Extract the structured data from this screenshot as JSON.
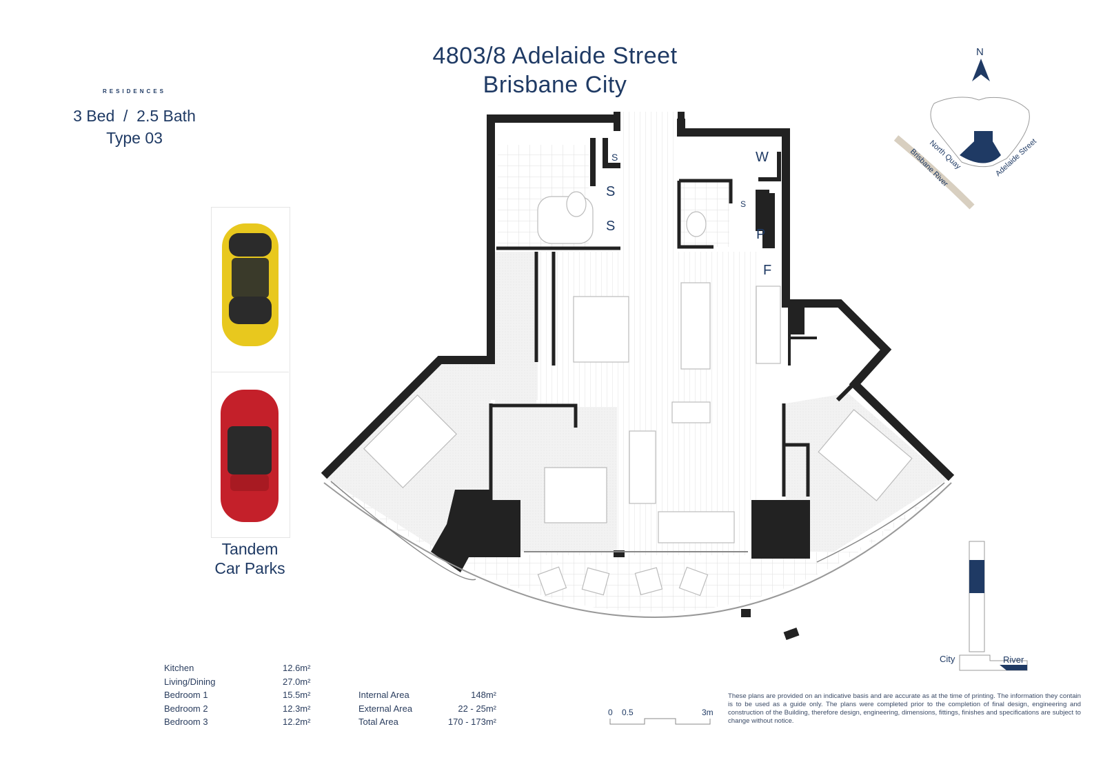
{
  "header": {
    "title_line1": "4803/8 Adelaide Street",
    "title_line2": "Brisbane City"
  },
  "brand": "RESIDENCES",
  "config": {
    "beds_baths": "3 Bed  /  2.5 Bath",
    "type": "Type 03"
  },
  "car_parks": {
    "label_line1": "Tandem",
    "label_line2": "Car Parks",
    "car_colors": [
      "#e8c81e",
      "#c4202a"
    ]
  },
  "room_areas": [
    {
      "room": "Kitchen",
      "area": "12.6m²"
    },
    {
      "room": "Living/Dining",
      "area": "27.0m²"
    },
    {
      "room": "Bedroom 1",
      "area": "15.5m²"
    },
    {
      "room": "Bedroom 2",
      "area": "12.3m²"
    },
    {
      "room": "Bedroom 3",
      "area": "12.2m²"
    }
  ],
  "totals": [
    {
      "label": "Internal Area",
      "area": "148m²"
    },
    {
      "label": "External Area",
      "area": "22 - 25m²"
    },
    {
      "label": "Total Area",
      "area": "170 - 173m²"
    }
  ],
  "plan_labels": {
    "s1": "S",
    "s2": "S",
    "s3": "S",
    "s4": "S",
    "w": "W",
    "p": "P",
    "f": "F"
  },
  "compass": {
    "north": "N",
    "streets": [
      "North Quay",
      "Adelaide Street"
    ],
    "river": "Brisbane River"
  },
  "elevation": {
    "left": "City",
    "right": "River"
  },
  "scale_bar": {
    "zero": "0",
    "half": "0.5",
    "end": "3m"
  },
  "disclaimer": "These plans are provided on an indicative basis and are accurate as at the time of printing. The information they contain is to be used as a guide only. The plans were completed prior to the completion of final design, engineering and construction of the Building, therefore design, engineering, dimensions, fittings, finishes and specifications are subject to change without notice.",
  "colors": {
    "accent": "#1f3a64",
    "wall": "#222222"
  }
}
